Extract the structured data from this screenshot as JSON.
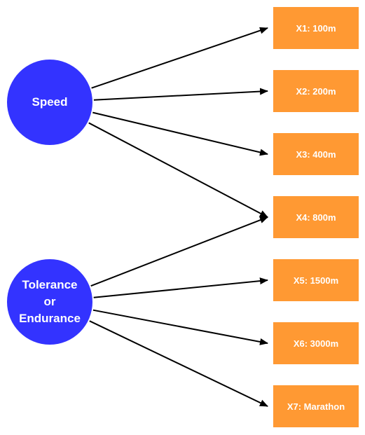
{
  "colors": {
    "factor_fill": "#3333ff",
    "event_fill": "#ff9933",
    "arrow": "#000000",
    "text": "#ffffff"
  },
  "factors": [
    {
      "id": "speed",
      "label": "Speed"
    },
    {
      "id": "tolerance",
      "label": "Tolerance\nor\nEndurance"
    }
  ],
  "events": [
    {
      "id": "x1",
      "label": "X1: 100m"
    },
    {
      "id": "x2",
      "label": "X2: 200m"
    },
    {
      "id": "x3",
      "label": "X3: 400m"
    },
    {
      "id": "x4",
      "label": "X4: 800m"
    },
    {
      "id": "x5",
      "label": "X5: 1500m"
    },
    {
      "id": "x6",
      "label": "X6: 3000m"
    },
    {
      "id": "x7",
      "label": "X7: Marathon"
    }
  ],
  "connections": [
    {
      "from": "speed",
      "to": "x1"
    },
    {
      "from": "speed",
      "to": "x2"
    },
    {
      "from": "speed",
      "to": "x3"
    },
    {
      "from": "speed",
      "to": "x4"
    },
    {
      "from": "tolerance",
      "to": "x4"
    },
    {
      "from": "tolerance",
      "to": "x5"
    },
    {
      "from": "tolerance",
      "to": "x6"
    },
    {
      "from": "tolerance",
      "to": "x7"
    }
  ]
}
